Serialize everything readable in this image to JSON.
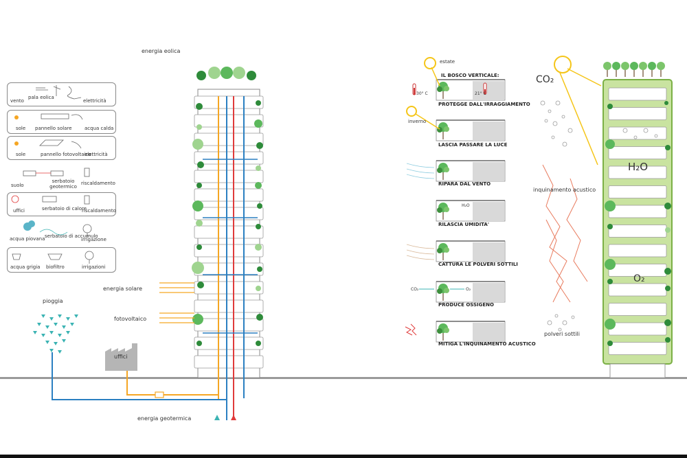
{
  "legend": [
    {
      "labels": [
        "vento",
        "pala eolica",
        "elettricità"
      ]
    },
    {
      "labels": [
        "sole",
        "pannello solare",
        "acqua calda"
      ]
    },
    {
      "labels": [
        "sole",
        "pannello fotovoltaico",
        "elettricità"
      ]
    },
    {
      "labels": [
        "suolo",
        "serbatoio geotermico",
        "riscaldamento"
      ]
    },
    {
      "labels": [
        "uffici",
        "serbatoio di calore",
        "riscaldamento"
      ]
    },
    {
      "labels": [
        "acqua piovana",
        "serbatoio di accumulo",
        "irrigazione"
      ]
    },
    {
      "labels": [
        "acqua grigia",
        "biofiltro",
        "irrigazioni"
      ]
    }
  ],
  "energy_labels": {
    "eolica": "energia eolica",
    "solare": "energia solare",
    "fotovoltaico": "fotovoltaico",
    "pioggia": "pioggia",
    "uffici": "uffici",
    "geotermica": "energia geotermica"
  },
  "bosco": {
    "estate": "estate",
    "inverno": "inverno",
    "title": "IL BOSCO VERTICALE:",
    "temp_hot": "30° C",
    "temp_cool": "21° C",
    "h2o_small": "H₂O",
    "co2_small": "CO₂",
    "o2_small": "O₂",
    "items": [
      "PROTEGGE DALL'IRRAGGIAMENTO",
      "LASCIA PASSARE LA LUCE",
      "RIPARA DAL VENTO",
      "RILASCIA UMIDITA'",
      "CATTURA LE POLVERI SOTTILI",
      "PRODUCE OSSIGENO",
      "MITIGA L'INQUINAMENTO ACUSTICO"
    ]
  },
  "right": {
    "co2": "CO₂",
    "h2o": "H₂O",
    "o2": "O₂",
    "inquinamento": "inquinamento acustico",
    "polveri": "polveri sottili"
  },
  "colors": {
    "green": "#5a9e3c",
    "orange": "#f5a623",
    "blue": "#2a7fc1",
    "red": "#e03a3a",
    "teal": "#3bb3b3",
    "light_green": "#d4e8b0"
  }
}
